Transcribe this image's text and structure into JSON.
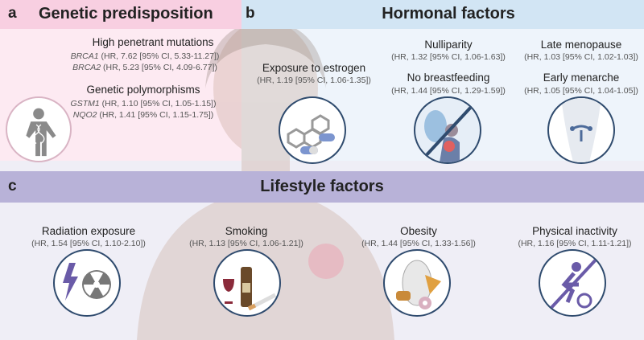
{
  "panels": {
    "a": {
      "letter": "a",
      "title": "Genetic predisposition",
      "groups": [
        {
          "heading": "High penetrant mutations",
          "items": [
            {
              "gene": "BRCA1",
              "hr": "(HR, 7.62 [95% CI, 5.33-11.27])"
            },
            {
              "gene": "BRCA2",
              "hr": "(HR, 5.23 [95% CI, 4.09-6.77])"
            }
          ]
        },
        {
          "heading": "Genetic polymorphisms",
          "items": [
            {
              "gene": "GSTM1",
              "hr": "(HR, 1.10 [95% CI, 1.05-1.15])"
            },
            {
              "gene": "NQO2",
              "hr": "(HR, 1.41 [95% CI, 1.15-1.75])"
            }
          ]
        }
      ],
      "icon": "person-dna-icon"
    },
    "b": {
      "letter": "b",
      "title": "Hormonal factors",
      "items": [
        {
          "name": "Exposure to estrogen",
          "hr": "(HR, 1.19 [95% CI, 1.06-1.35])",
          "icon": "estrogen-pills-icon"
        },
        {
          "name": "Nulliparity",
          "hr": "(HR, 1.32 [95% CI, 1.06-1.63])"
        },
        {
          "name": "No breastfeeding",
          "hr": "(HR, 1.44 [95% CI, 1.29-1.59])",
          "icon": "no-breastfeeding-icon"
        },
        {
          "name": "Late menopause",
          "hr": "(HR, 1.03 [95% CI, 1.02-1.03])"
        },
        {
          "name": "Early menarche",
          "hr": "(HR, 1.05 [95% CI, 1.04-1.05])",
          "icon": "uterus-icon"
        }
      ]
    },
    "c": {
      "letter": "c",
      "title": "Lifestyle factors",
      "items": [
        {
          "name": "Radiation exposure",
          "hr": "(HR, 1.54 [95% CI, 1.10-2.10])",
          "icon": "radiation-icon"
        },
        {
          "name": "Smoking",
          "hr": "(HR, 1.13 [95% CI, 1.06-1.21])",
          "icon": "smoking-alcohol-icon"
        },
        {
          "name": "Obesity",
          "hr": "(HR, 1.44 [95% CI, 1.33-1.56])",
          "icon": "obesity-icon"
        },
        {
          "name": "Physical inactivity",
          "hr": "(HR, 1.16 [95% CI, 1.11-1.21])",
          "icon": "no-exercise-icon"
        }
      ]
    }
  },
  "colors": {
    "genetic": "#f8cfe1",
    "hormonal": "#d2e5f4",
    "lifestyle": "#b8b2d8",
    "icon_ring": "#2f4b6e"
  }
}
